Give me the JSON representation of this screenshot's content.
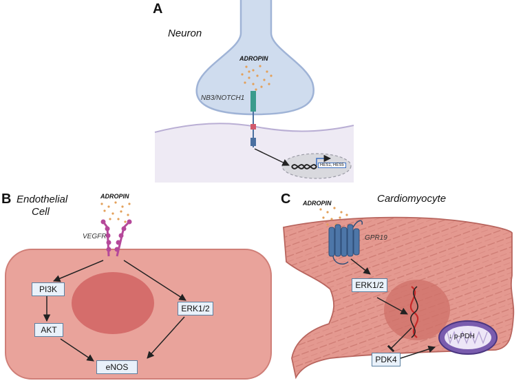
{
  "panels": {
    "a": {
      "letter": "A",
      "title": "Neuron",
      "ligand": "ADROPIN",
      "receptor": "NB3/NOTCH1",
      "genes": "HES1, HES5"
    },
    "b": {
      "letter": "B",
      "title_line1": "Endothelial",
      "title_line2": "Cell",
      "ligand": "ADROPIN",
      "receptor": "VEGFR",
      "nodes": [
        "PI3K",
        "AKT",
        "ERK1/2",
        "eNOS"
      ]
    },
    "c": {
      "letter": "C",
      "title": "Cardiomyocyte",
      "ligand": "ADROPIN",
      "receptor": "GPR19",
      "nodes": [
        "ERK1/2",
        "PDK4"
      ],
      "mito_label": "p-PDH",
      "mito_arrow": "↓"
    }
  },
  "colors": {
    "neuron": "#cfdcee",
    "neuron_outline": "#9fb3d6",
    "postsynaptic": "#eeeaf4",
    "endothelial": "#e9a39b",
    "nucleus": "#d56d6b",
    "cardiomyocyte": "#e49990",
    "mitochondria": "#7a5cae",
    "adropin_dots": "#e3a05a",
    "box_fill": "#e9f1fa",
    "box_border": "#5a7fa0"
  }
}
